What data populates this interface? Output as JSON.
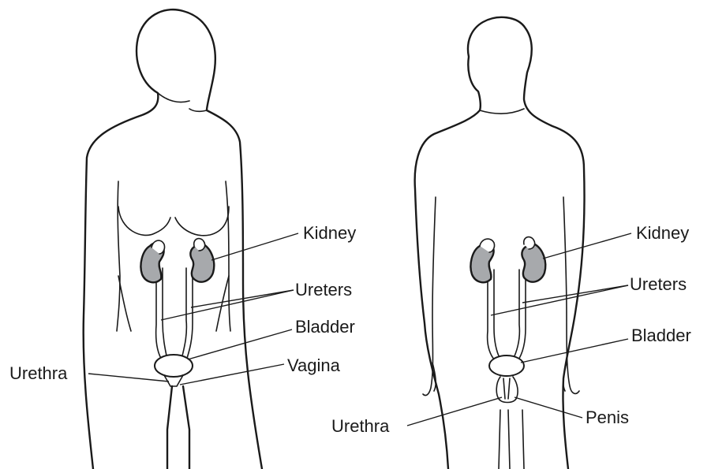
{
  "female": {
    "kidney": "Kidney",
    "ureters": "Ureters",
    "bladder": "Bladder",
    "vagina": "Vagina",
    "urethra": "Urethra"
  },
  "male": {
    "kidney": "Kidney",
    "ureters": "Ureters",
    "bladder": "Bladder",
    "urethra": "Urethra",
    "penis": "Penis"
  },
  "colors": {
    "kidney_fill": "#a7a9ac",
    "outline": "#1a1a1a",
    "background": "#ffffff"
  }
}
